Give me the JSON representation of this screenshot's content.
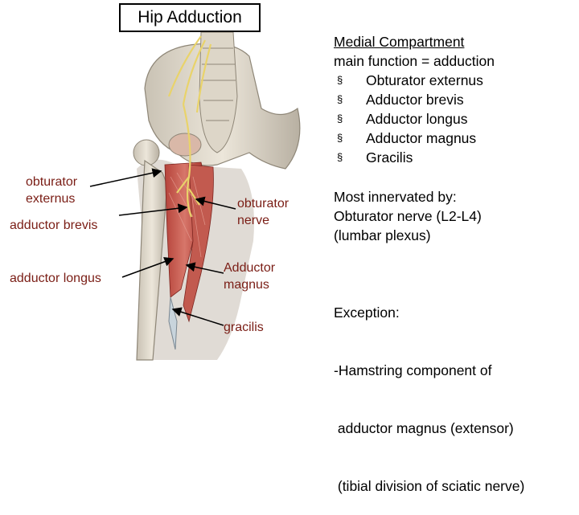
{
  "title": "Hip Adduction",
  "right_panel": {
    "heading": "Medial Compartment",
    "subheading": "main function = adduction",
    "bullet_marker": "§",
    "muscles": [
      "Obturator externus",
      "Adductor brevis",
      "Adductor longus",
      "Adductor magnus",
      "Gracilis"
    ],
    "innervation": [
      "Most innervated by:",
      "Obturator nerve (L2-L4)",
      "(lumbar plexus)"
    ],
    "exception": [
      "Exception:",
      "-Hamstring component of",
      " adductor magnus (extensor)",
      " (tibial division of sciatic nerve)"
    ]
  },
  "labels": {
    "obturator_externus": [
      "obturator",
      "externus"
    ],
    "adductor_brevis": "adductor brevis",
    "adductor_longus": "adductor longus",
    "obturator_nerve": [
      "obturator",
      "nerve"
    ],
    "adductor_magnus": [
      "Adductor",
      "magnus"
    ],
    "gracilis": "gracilis"
  }
}
